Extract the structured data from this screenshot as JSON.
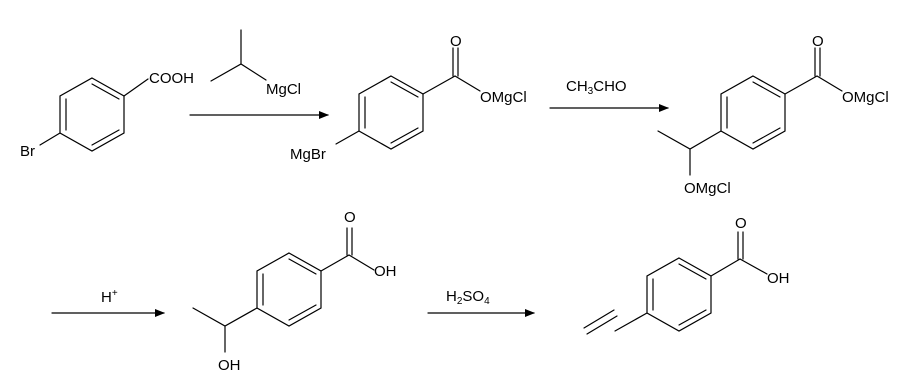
{
  "reaction": {
    "step1": {
      "start_material": {
        "acid_group": "COOH",
        "halogen": "Br"
      },
      "reagent": {
        "group": "MgCl"
      },
      "intermediate": {
        "ester_o": "O",
        "ester_group": "OMgCl",
        "grignard": "MgBr"
      }
    },
    "step2": {
      "reagent": {
        "main": "CH",
        "sub1": "3",
        "tail": "CHO"
      },
      "intermediate": {
        "ester_o": "O",
        "ester_group": "OMgCl",
        "alkoxide": "OMgCl"
      }
    },
    "step3": {
      "reagent": {
        "main": "H",
        "sup": "+"
      },
      "product": {
        "acid_o": "O",
        "acid_oh": "OH",
        "alcohol": "OH"
      }
    },
    "step4": {
      "reagent": {
        "main": "H",
        "sub1": "2",
        "mid": "SO",
        "sub2": "4"
      },
      "product": {
        "acid_o": "O",
        "acid_oh": "OH"
      }
    }
  }
}
